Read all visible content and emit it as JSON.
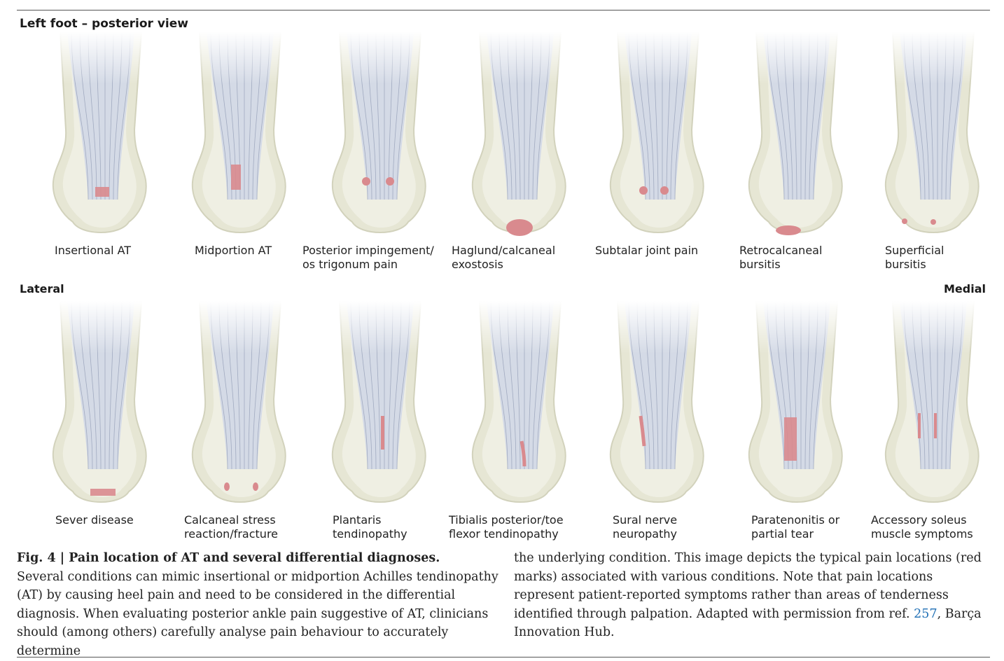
{
  "header": "Left foot – posterior view",
  "side_labels": {
    "lateral": "Lateral",
    "medial": "Medial"
  },
  "panels": [
    {
      "caption": "Insertional AT",
      "mark": "insertional-rect"
    },
    {
      "caption": "Midportion AT",
      "mark": "midportion-rect"
    },
    {
      "caption": "Posterior impingement/\nos trigonum pain",
      "mark": "two-dots-high"
    },
    {
      "caption": "Haglund/calcaneal\nexostosis",
      "mark": "large-oval"
    },
    {
      "caption": "Subtalar joint pain",
      "mark": "two-dots-mid"
    },
    {
      "caption": "Retrocalcaneal\nbursitis",
      "mark": "flat-oval"
    },
    {
      "caption": "Superficial\nbursitis",
      "mark": "two-small-dots-low"
    },
    {
      "caption": "Sever disease",
      "mark": "bottom-bar"
    },
    {
      "caption": "Calcaneal stress\nreaction/fracture",
      "mark": "two-side-ovals"
    },
    {
      "caption": "Plantaris\ntendinopathy",
      "mark": "medial-line-high"
    },
    {
      "caption": "Tibialis posterior/toe\nflexor tendinopathy",
      "mark": "medial-line-low"
    },
    {
      "caption": "Sural nerve\nneuropathy",
      "mark": "lateral-line"
    },
    {
      "caption": "Paratenonitis or\npartial tear",
      "mark": "long-rect"
    },
    {
      "caption": "Accessory soleus\nmuscle symptoms",
      "mark": "two-lines"
    }
  ],
  "colors": {
    "pain_mark": "#d98a8e",
    "bone": "#e6e6d4",
    "tendon": "#cfd6e6"
  },
  "figure": {
    "label": "Fig. 4 | Pain location of AT and several differential diagnoses.",
    "body_left": "Several conditions can mimic insertional or midportion Achilles tendinopathy (AT) by causing heel pain and need to be considered in the differential diagnosis. When evaluating posterior ankle pain suggestive of AT, clinicians should (among others) carefully analyse pain behaviour to accurately determine",
    "body_right_1": "the underlying condition. This image depicts the typical pain locations (red marks) associated with various conditions. Note that pain locations represent patient-reported symptoms rather than areas of tenderness identified through palpation. Adapted with permission from ref.",
    "ref_number": "257",
    "body_right_2": ", Barça Innovation Hub."
  }
}
